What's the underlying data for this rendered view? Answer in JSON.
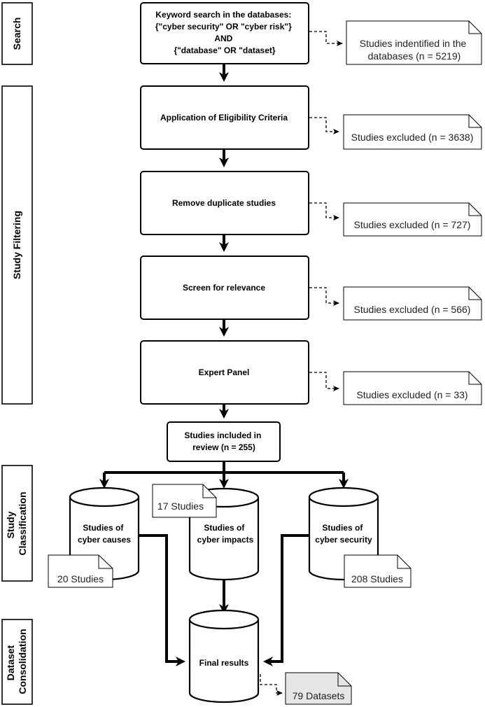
{
  "phases": {
    "search": "Search",
    "filtering": "Study Filtering",
    "classification": [
      "Study",
      "Classification"
    ],
    "consolidation": [
      "Dataset",
      "Consolidation"
    ]
  },
  "steps": {
    "keyword_search": [
      "Keyword search in the databases:",
      "{\"cyber security\" OR \"cyber risk\"}",
      "AND",
      "{\"database\" OR \"dataset}"
    ],
    "eligibility": "Application of Eligibility Criteria",
    "duplicates": "Remove duplicate studies",
    "relevance": "Screen for relevance",
    "expert": "Expert Panel",
    "included": [
      "Studies included in",
      "review (n = 255)"
    ]
  },
  "notes": {
    "identified": [
      "Studies indentified in the",
      "databases (n = 5219)"
    ],
    "excluded_eligibility": "Studies excluded (n = 3638)",
    "excluded_duplicates": "Studies excluded (n = 727)",
    "excluded_relevance": "Studies excluded (n = 566)",
    "excluded_expert": "Studies excluded (n = 33)"
  },
  "databases": {
    "causes": [
      "Studies of",
      "cyber causes"
    ],
    "impacts": [
      "Studies of",
      "cyber impacts"
    ],
    "security": [
      "Studies of",
      "cyber security"
    ],
    "final": "Final results"
  },
  "counts": {
    "causes": "20 Studies",
    "impacts": "17 Studies",
    "security": "208 Studies",
    "datasets": "79 Datasets"
  }
}
